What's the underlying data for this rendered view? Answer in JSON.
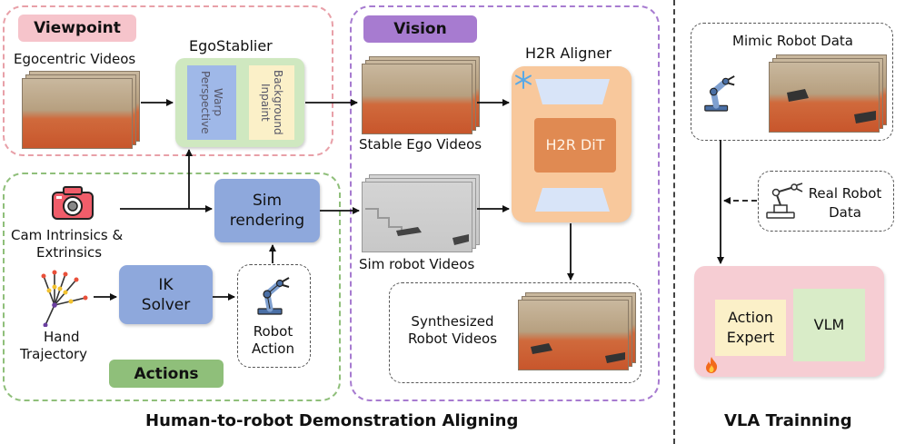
{
  "sections": {
    "viewpoint": "Viewpoint",
    "vision": "Vision",
    "actions": "Actions"
  },
  "inputs": {
    "egocentric_videos": "Egocentric Videos",
    "cam_line1": "Cam Intrinsics &",
    "cam_line2": "Extrinsics",
    "hand_line1": "Hand",
    "hand_line2": "Trajectory"
  },
  "ego_stabler": {
    "title": "EgoStablier",
    "warp_line1": "Warp",
    "warp_line2": "Perspective",
    "inpaint_line1": "Background",
    "inpaint_line2": "Inpaint"
  },
  "sim_rendering": {
    "line1": "Sim",
    "line2": "rendering"
  },
  "ik_solver": {
    "line1": "IK",
    "line2": "Solver"
  },
  "robot_action": {
    "line1": "Robot",
    "line2": "Action"
  },
  "outputs": {
    "stable_ego": "Stable Ego Videos",
    "sim_robot": "Sim robot Videos",
    "synth_line1": "Synthesized",
    "synth_line2": "Robot Videos"
  },
  "h2r": {
    "title": "H2R Aligner",
    "dit": "H2R DiT",
    "frozen_icon": "snowflake-icon"
  },
  "vla": {
    "mimic": "Mimic Robot Data",
    "real_line1": "Real Robot",
    "real_line2": "Data",
    "expert_line1": "Action",
    "expert_line2": "Expert",
    "vlm": "VLM",
    "trainable_icon": "fire-icon"
  },
  "captions": {
    "left": "Human-to-robot Demonstration Aligning",
    "right": "VLA Trainning"
  },
  "colors": {
    "viewpoint_border": "#e8a0a8",
    "vision_border": "#a77bd0",
    "actions_border": "#8fbf7a",
    "ego_box": "#cfe8c0",
    "h2r_box": "#f8c89c",
    "h2r_dit": "#e08a52",
    "sim_box": "#8ea8dc",
    "vla_box": "#f6cdd3",
    "expert_box": "#fbf0c8",
    "vlm_box": "#d9ecc8"
  }
}
